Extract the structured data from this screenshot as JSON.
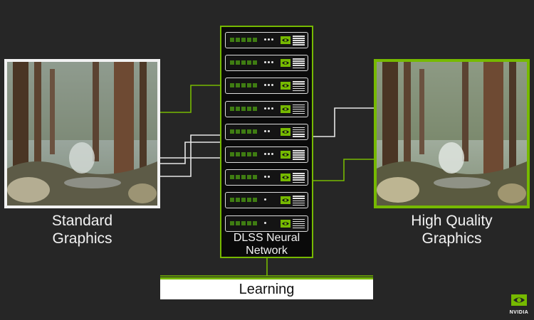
{
  "standard": {
    "caption": "Standard\nGraphics"
  },
  "high_quality": {
    "caption": "High Quality\nGraphics"
  },
  "network": {
    "label": "DLSS Neural\nNetwork",
    "server_count": 9
  },
  "learning": {
    "label": "Learning"
  },
  "brand": {
    "name": "NVIDIA"
  },
  "colors": {
    "accent": "#76b900",
    "background": "#262626",
    "frame_light": "#f2f2f2",
    "connector_white": "#e6e6e6"
  },
  "icons": [
    "nvidia-eye-icon",
    "forest-scene-image"
  ]
}
